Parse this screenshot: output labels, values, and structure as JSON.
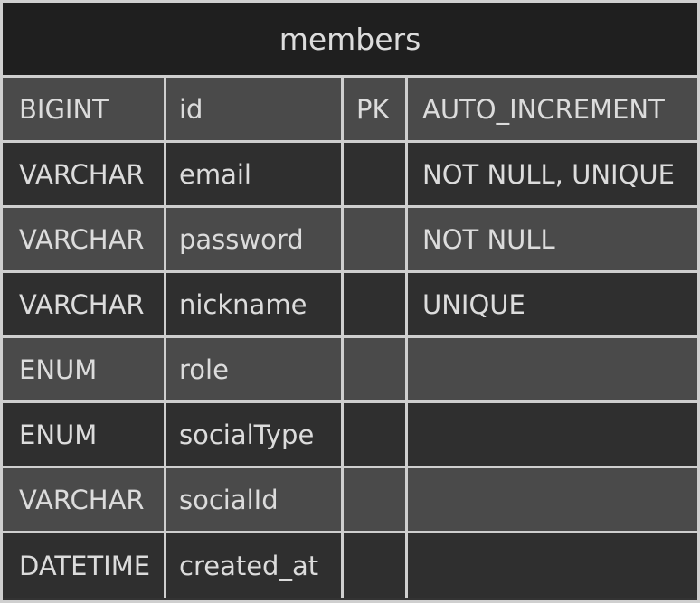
{
  "entity": {
    "title": "members",
    "rows": [
      {
        "type": "BIGINT",
        "name": "id",
        "key": "PK",
        "comment": "AUTO_INCREMENT"
      },
      {
        "type": "VARCHAR",
        "name": "email",
        "key": "",
        "comment": "NOT NULL, UNIQUE"
      },
      {
        "type": "VARCHAR",
        "name": "password",
        "key": "",
        "comment": "NOT NULL"
      },
      {
        "type": "VARCHAR",
        "name": "nickname",
        "key": "",
        "comment": "UNIQUE"
      },
      {
        "type": "ENUM",
        "name": "role",
        "key": "",
        "comment": ""
      },
      {
        "type": "ENUM",
        "name": "socialType",
        "key": "",
        "comment": ""
      },
      {
        "type": "VARCHAR",
        "name": "socialId",
        "key": "",
        "comment": ""
      },
      {
        "type": "DATETIME",
        "name": "created_at",
        "key": "",
        "comment": ""
      }
    ]
  },
  "colors": {
    "header_background": "#1f1f1f",
    "row_light": "#4a4a4a",
    "row_dark": "#2f2f2f",
    "border": "#cfcfcf",
    "text": "#dcdcdc"
  }
}
